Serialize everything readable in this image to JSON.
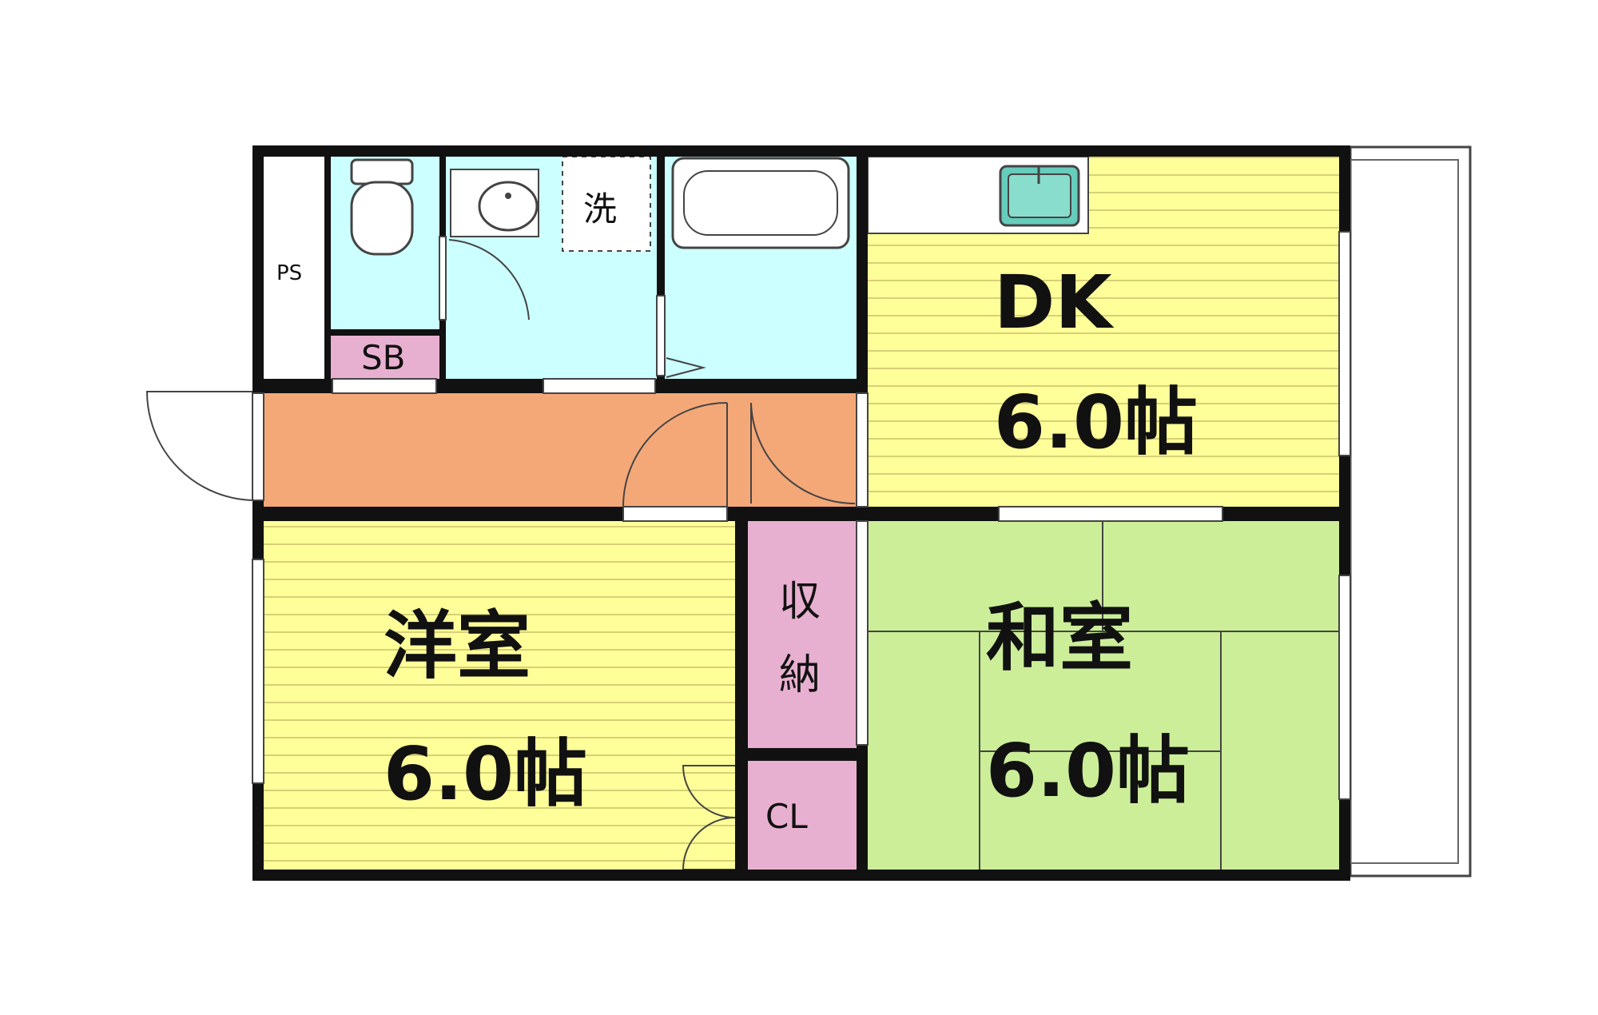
{
  "rooms": {
    "dk": {
      "name": "DK",
      "size": "6.0帖"
    },
    "western": {
      "name": "洋室",
      "size": "6.0帖"
    },
    "japanese": {
      "name": "和室",
      "size": "6.0帖"
    },
    "storage": {
      "line1": "収",
      "line2": "納"
    },
    "closet": "CL",
    "shoe_box": "SB",
    "pipe_space": "PS",
    "laundry": "洗"
  },
  "colors": {
    "wall": "#111111",
    "water_area": "#ccffff",
    "hallway": "#f4a878",
    "flooring": "#ffff99",
    "tatami": "#ccee99",
    "storage": "#e8b0d0",
    "balcony": "#ffffff"
  }
}
